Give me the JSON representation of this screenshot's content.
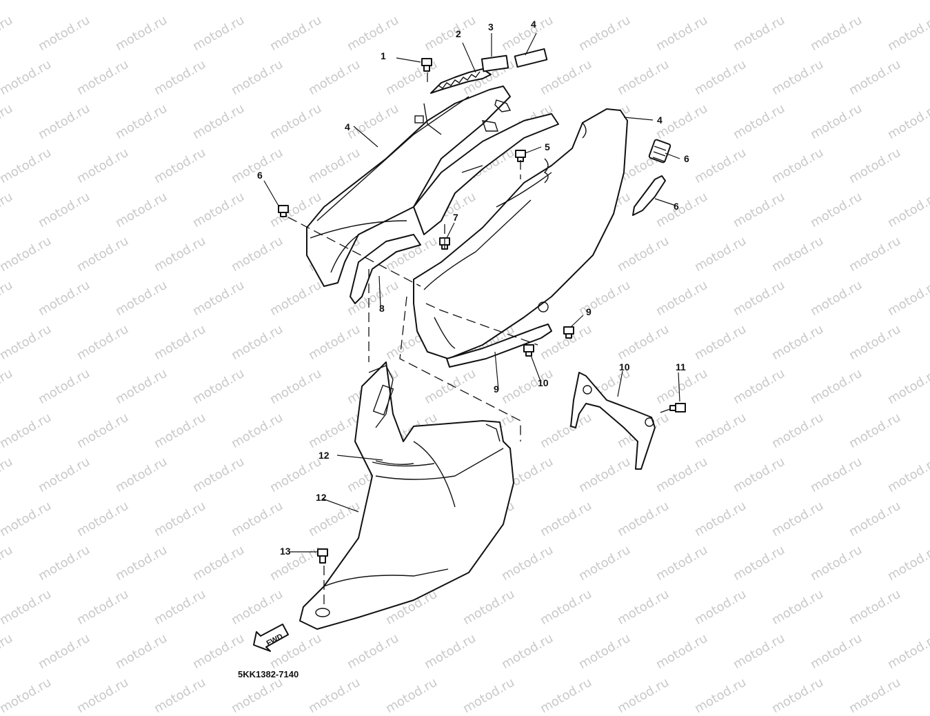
{
  "watermark": {
    "text": "motod.ru"
  },
  "diagram_code": "5KK1382-7140",
  "fwd_marker": "FWD",
  "callouts": [
    {
      "id": "c1",
      "label": "1"
    },
    {
      "id": "c2",
      "label": "2"
    },
    {
      "id": "c3",
      "label": "3"
    },
    {
      "id": "c4a",
      "label": "4"
    },
    {
      "id": "c4b",
      "label": "4"
    },
    {
      "id": "c4c",
      "label": "4"
    },
    {
      "id": "c5",
      "label": "5"
    },
    {
      "id": "c6a",
      "label": "6"
    },
    {
      "id": "c6b",
      "label": "6"
    },
    {
      "id": "c6c",
      "label": "6"
    },
    {
      "id": "c7",
      "label": "7"
    },
    {
      "id": "c8",
      "label": "8"
    },
    {
      "id": "c9a",
      "label": "9"
    },
    {
      "id": "c9b",
      "label": "9"
    },
    {
      "id": "c10a",
      "label": "10"
    },
    {
      "id": "c10b",
      "label": "10"
    },
    {
      "id": "c11",
      "label": "11"
    },
    {
      "id": "c12a",
      "label": "12"
    },
    {
      "id": "c12b",
      "label": "12"
    },
    {
      "id": "c13",
      "label": "13"
    }
  ]
}
